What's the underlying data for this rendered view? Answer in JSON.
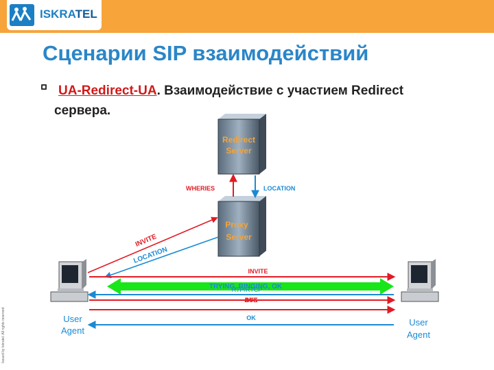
{
  "header": {
    "logo_text_a": "ISKRA",
    "logo_text_b": "TEL",
    "colors": {
      "bar": "#f7a43b",
      "logo_blue": "#1b7fc4"
    }
  },
  "title": "Сценарии SIP взаимодействий",
  "bullet": {
    "highlight": "UA-Redirect-UA",
    "text": ". Взаимодействие с участием Redirect сервера."
  },
  "side_note": "Issued by Iskratel. All rights reserved",
  "nodes": {
    "redirect_server": "Redirect Server",
    "proxy_server": "Proxy Server",
    "left_agent": "User Agent",
    "right_agent": "User Agent"
  },
  "messages": {
    "wheries": "WHERIES",
    "location_top": "LOCATION",
    "invite_diag": "INVITE",
    "location_diag": "LOCATION",
    "invite_row": "INVITE",
    "trying_row": "TRYING, RINGING, OK",
    "rtp_row": "RTP/RTCP",
    "ack_row": "ACK",
    "bye_row": "BYE",
    "ok_row": "OK"
  },
  "colors": {
    "red": "#e01b24",
    "blue": "#1a8ad4",
    "green": "#19e619",
    "label_orange": "#f3a43a",
    "wheries_red": "#e01b24"
  }
}
